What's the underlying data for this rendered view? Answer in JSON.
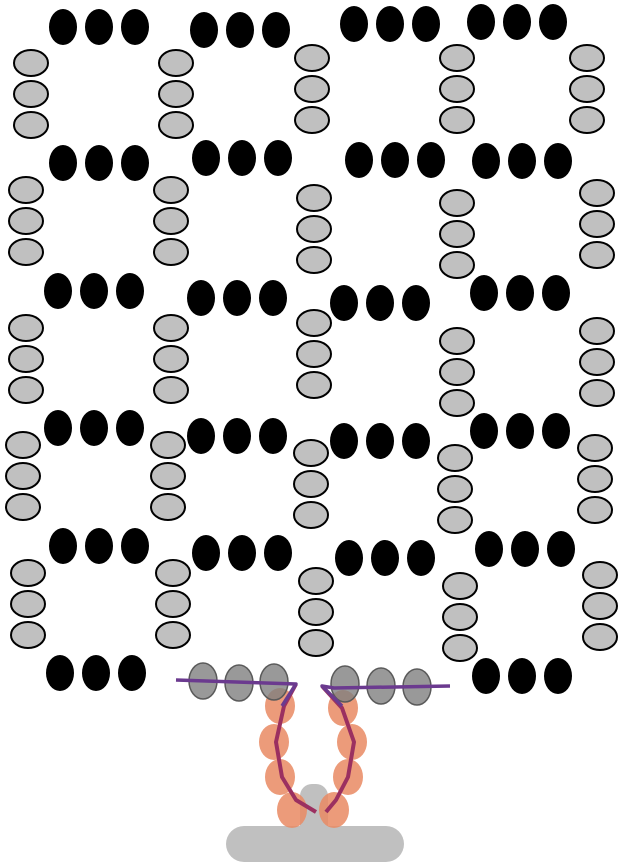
{
  "colors": {
    "background": "#ffffff",
    "horizontal_bead": "#000000",
    "vertical_bead_fill": "#c0c0c0",
    "vertical_bead_stroke": "#000000",
    "pore_bead": "#808080",
    "pore_line": "#6b3a8f",
    "stalk_bead": "#e98a63",
    "stalk_line": "#9b3060",
    "pedestal": "#c0c0c0"
  },
  "diagram": {
    "type": "bead-lattice-with-stalk",
    "lattice_columns": 4,
    "lattice_rows": 5,
    "beads_per_group": 3,
    "stalk_beads_per_strand": 4
  }
}
